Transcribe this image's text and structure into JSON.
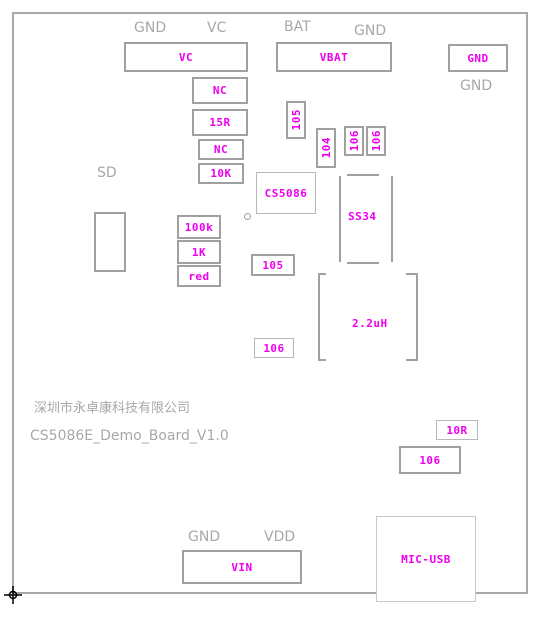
{
  "board": {
    "labels": {
      "gnd_top_left": "GND",
      "vc_top": "VC",
      "bat_top": "BAT",
      "gnd_top_mid": "GND",
      "gnd_right": "GND",
      "sd": "SD",
      "company": "深圳市永卓康科技有限公司",
      "board_name": "CS5086E_Demo_Board_V1.0",
      "gnd_bottom": "GND",
      "vdd_bottom": "VDD"
    },
    "components": {
      "vc": "VC",
      "vbat": "VBAT",
      "gnd_pad": "GND",
      "nc1": "NC",
      "r15": "15R",
      "nc2": "NC",
      "r10k": "10K",
      "c105_top": "105",
      "c104": "104",
      "c106a": "106",
      "c106b": "106",
      "ic": "CS5086",
      "diode": "SS34",
      "r100k": "100k",
      "r1k": "1K",
      "led": "red",
      "c105_mid": "105",
      "inductor": "2.2uH",
      "c106_mid": "106",
      "r10r": "10R",
      "c106_bottom": "106",
      "vin": "VIN",
      "usb": "MIC-USB"
    }
  }
}
